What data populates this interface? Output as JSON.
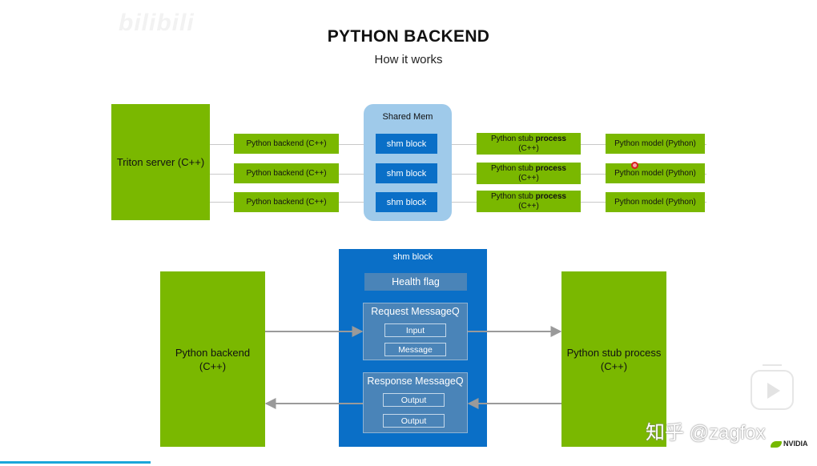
{
  "slide": {
    "title": "PYTHON BACKEND",
    "subtitle": "How it works"
  },
  "top_diagram": {
    "server_label": "Triton server (C++)",
    "backend_labels": [
      "Python backend (C++)",
      "Python backend (C++)",
      "Python backend (C++)"
    ],
    "shared_mem_label": "Shared Mem",
    "shm_block_labels": [
      "shm block",
      "shm block",
      "shm block"
    ],
    "stub_labels": [
      {
        "prefix": "Python stub ",
        "bold": "process",
        "suffix": "(C++)"
      },
      {
        "prefix": "Python stub ",
        "bold": "process",
        "suffix": "(C++)"
      },
      {
        "prefix": "Python stub ",
        "bold": "process",
        "suffix": "(C++)"
      }
    ],
    "model_labels": [
      "Python model (Python)",
      "Python model (Python)",
      "Python model (Python)"
    ]
  },
  "bottom_diagram": {
    "backend_label_line1": "Python backend",
    "backend_label_line2": "(C++)",
    "shm_block_label": "shm block",
    "health_flag": "Health flag",
    "request_queue": {
      "label": "Request MessageQ",
      "items": [
        "Input",
        "Message"
      ]
    },
    "response_queue": {
      "label": "Response MessageQ",
      "items": [
        "Output",
        "Output"
      ]
    },
    "stub_label_line1": "Python stub process",
    "stub_label_line2": "(C++)"
  },
  "overlay": {
    "bilibili_watermark": "bilibili",
    "zhihu_watermark": "知乎 @zagfox",
    "nvidia_logo": "NVIDIA"
  },
  "colors": {
    "green": "#7ab800",
    "blue": "#0a6fc7",
    "light_blue": "#9fcaea",
    "queue_blue": "#4a84b8"
  },
  "icons": [
    "play-icon",
    "nvidia-eye-icon",
    "cursor-dot-icon"
  ]
}
